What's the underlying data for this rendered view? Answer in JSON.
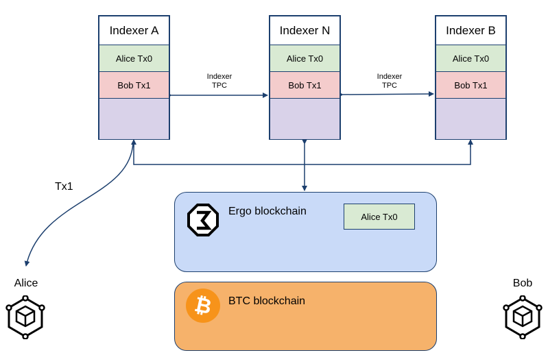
{
  "indexers": [
    {
      "title": "Indexer A",
      "rows": [
        "Alice Tx0",
        "Bob Tx1"
      ]
    },
    {
      "title": "Indexer N",
      "rows": [
        "Alice Tx0",
        "Bob Tx1"
      ]
    },
    {
      "title": "Indexer B",
      "rows": [
        "Alice Tx0",
        "Bob Tx1"
      ]
    }
  ],
  "tpc_links": [
    {
      "line1": "Indexer",
      "line2": "TPC"
    },
    {
      "line1": "Indexer",
      "line2": "TPC"
    }
  ],
  "tx_label": "Tx1",
  "ergo": {
    "label": "Ergo blockchain",
    "box": "Alice Tx0",
    "icon": "ergo-logo-icon",
    "color": "#c9daf8"
  },
  "btc": {
    "label": "BTC blockchain",
    "icon": "bitcoin-logo-icon",
    "color": "#f6b26b"
  },
  "users": {
    "alice": "Alice",
    "bob": "Bob"
  },
  "colors": {
    "alice_row": "#d9ead3",
    "bob_row": "#f4cccc",
    "empty_row": "#d9d2e9",
    "line": "#1c3f6e"
  }
}
